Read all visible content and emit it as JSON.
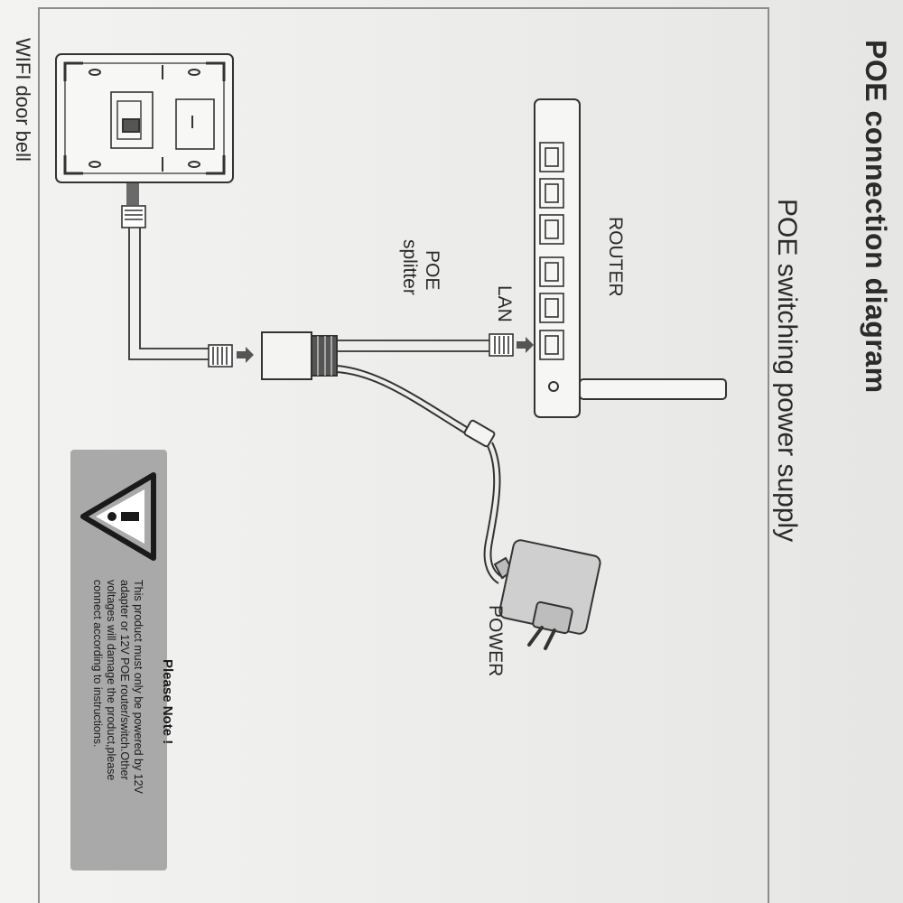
{
  "title": "POE connection diagram",
  "subtitle": "POE switching power supply",
  "labels": {
    "router": "ROUTER",
    "lan": "LAN",
    "poe": "POE",
    "splitter": "splitter",
    "power": "POWER",
    "doorbell": "WIFI door bell"
  },
  "note": {
    "title": "Please Note !",
    "lines": [
      "This product must only be powered by 12V",
      "adapter or 12V POE router/switch.Other",
      "voltages will damage the product,please",
      "connect according to instructions."
    ],
    "icon": "warning-triangle-icon"
  },
  "colors": {
    "ink": "#2b2b2b",
    "note_bg": "#a9a9a9",
    "paper": "#efefed"
  }
}
